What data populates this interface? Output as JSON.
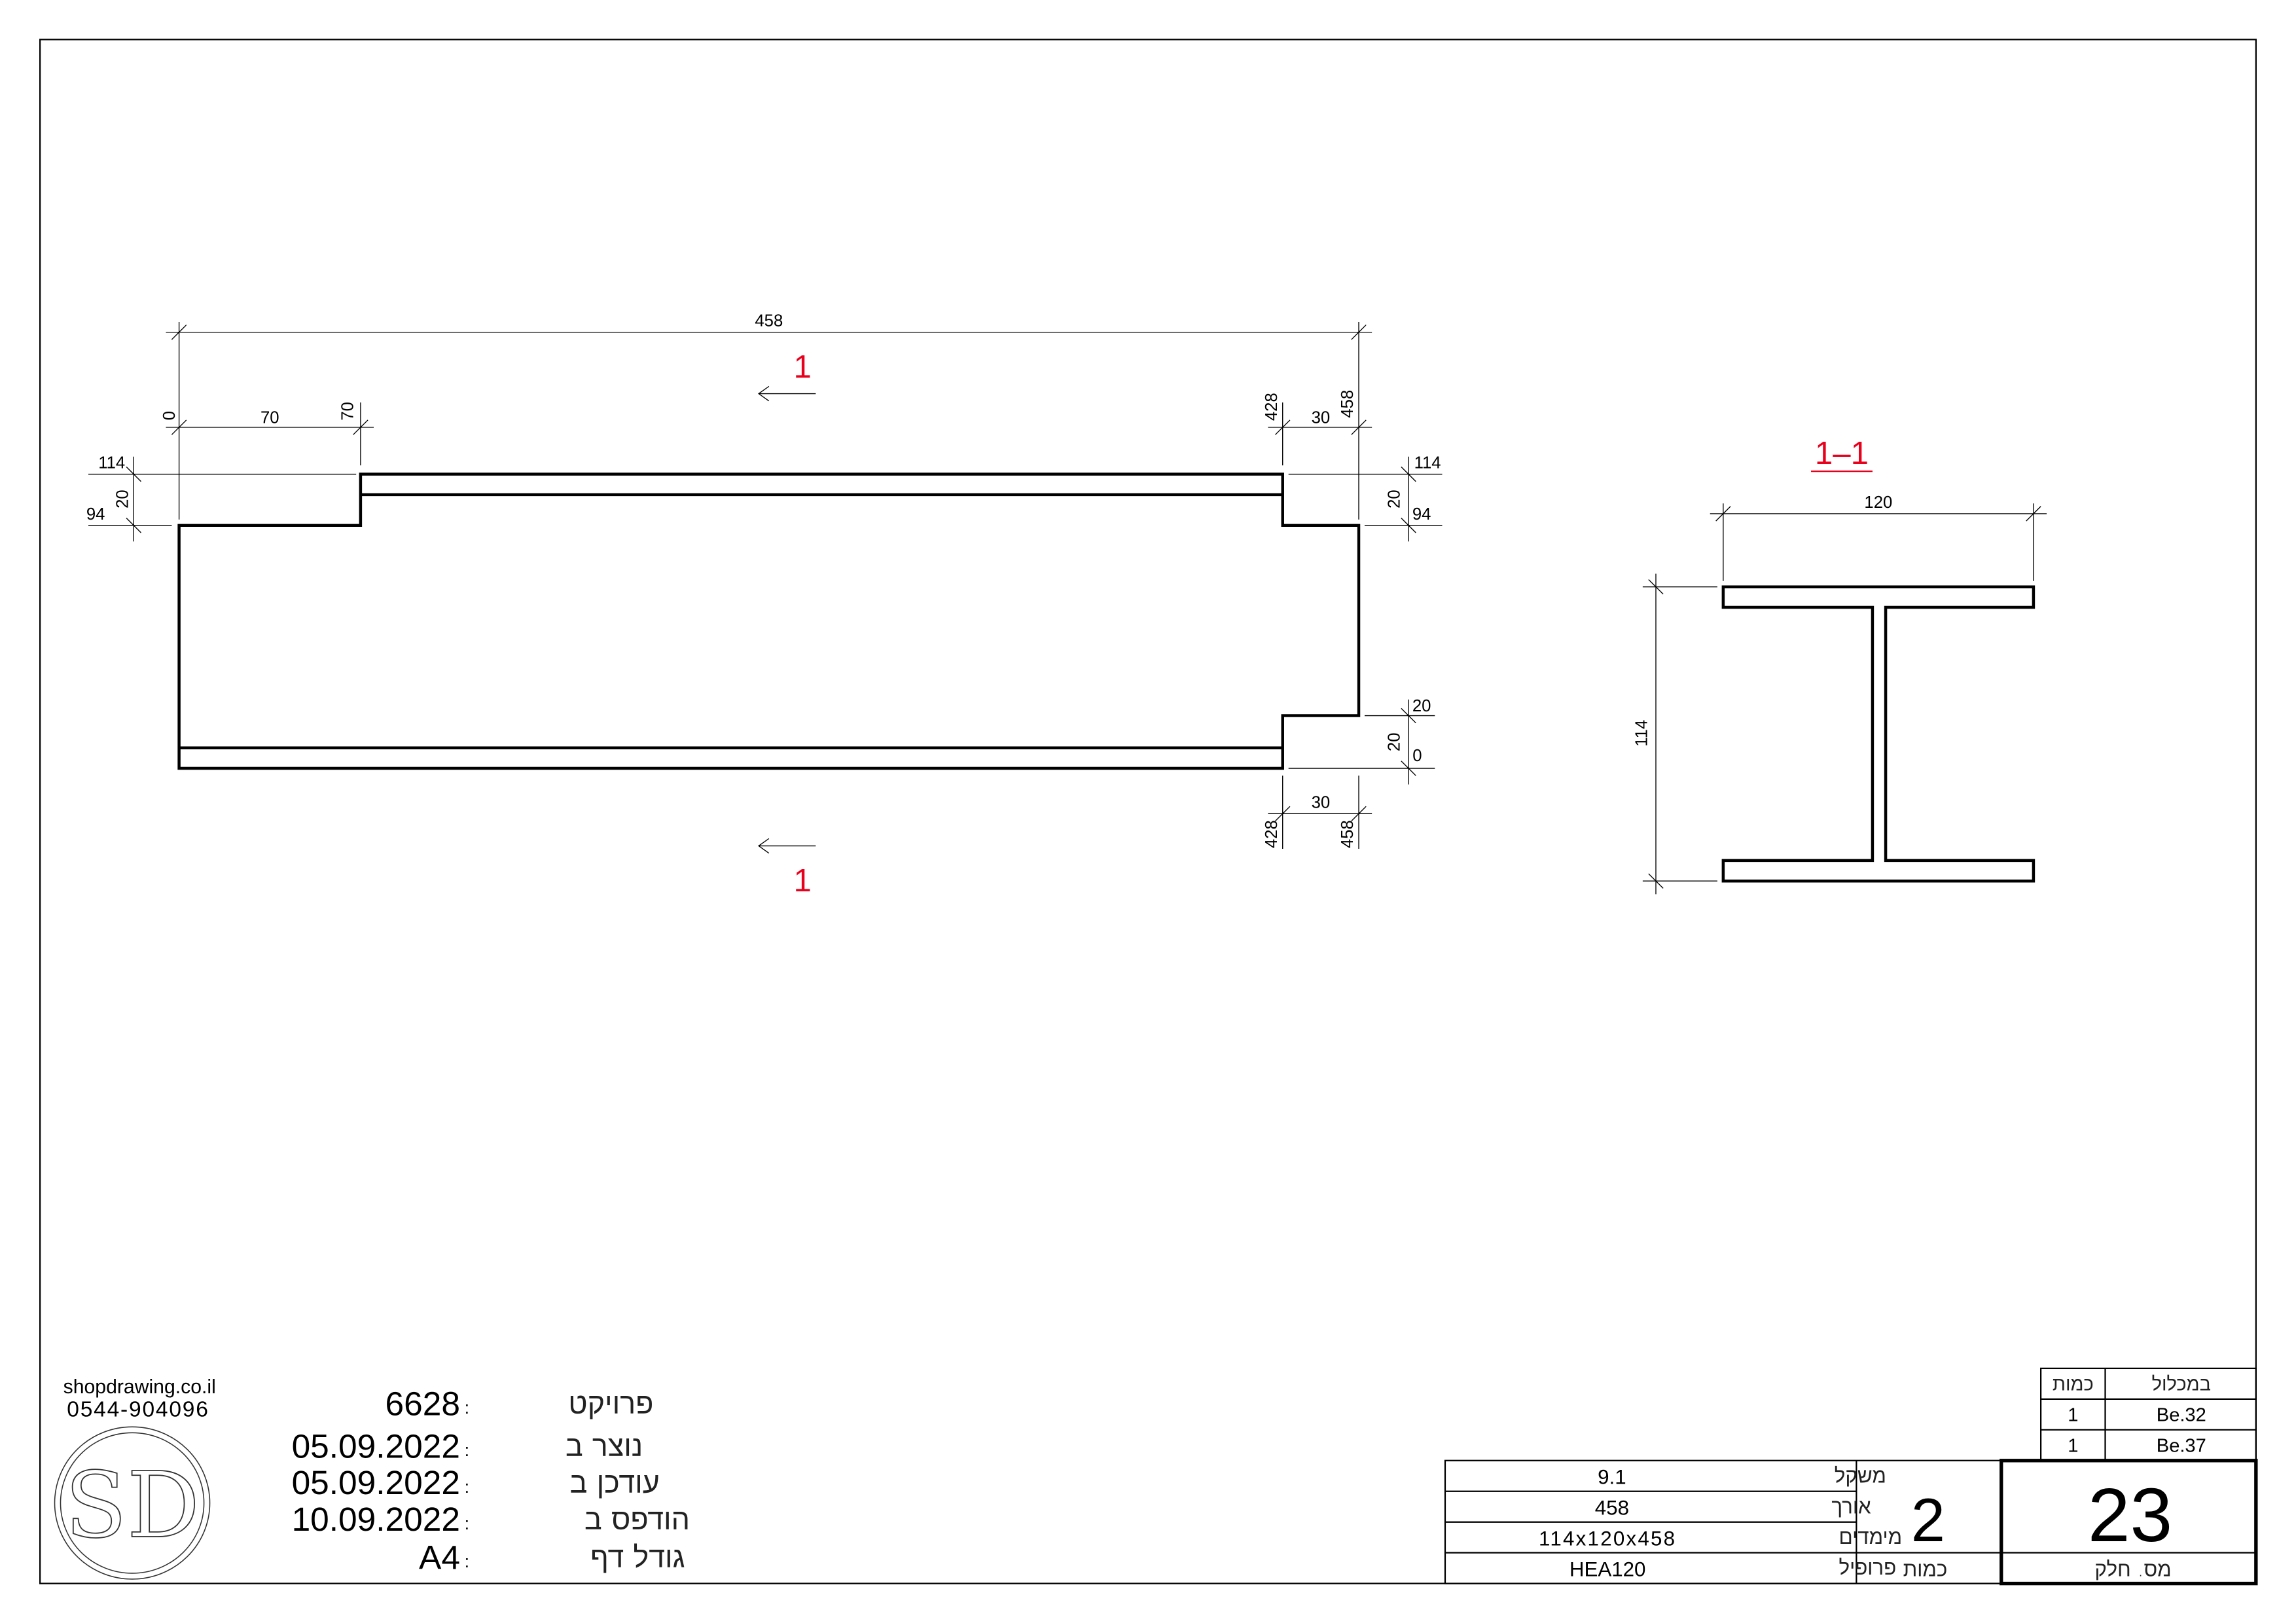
{
  "elevation": {
    "overall_length": "458",
    "left_dims": {
      "start": "0",
      "notch_length": "70",
      "notch_end": "70"
    },
    "right_dims": {
      "start": "428",
      "notch_length": "30",
      "end": "458"
    },
    "left_heights": {
      "top": "114",
      "step": "20",
      "lower": "94"
    },
    "right_heights": {
      "top": "114",
      "step": "20",
      "lower": "94"
    },
    "bottom_right_heights": {
      "upper": "20",
      "step": "20",
      "zero": "0"
    },
    "bottom_dims": {
      "start": "428",
      "notch_length": "30",
      "end": "458"
    },
    "section_mark_top": "1",
    "section_mark_bottom": "1"
  },
  "section": {
    "title": "1–1",
    "width": "120",
    "height": "114"
  },
  "company": {
    "website": "shopdrawing.co.il",
    "phone": "0544-904096",
    "logo_text": "SD"
  },
  "info": [
    {
      "label": "פרויקט",
      "value": "6628"
    },
    {
      "label": "נוצר ב",
      "value": "05.09.2022"
    },
    {
      "label": "עודכן ב",
      "value": "05.09.2022"
    },
    {
      "label": "הודפס ב",
      "value": "10.09.2022"
    },
    {
      "label": "גודל דף",
      "value": "A4"
    }
  ],
  "assembly_table": {
    "headers": {
      "assembly": "במכלול",
      "qty": "כמות"
    },
    "rows": [
      {
        "assembly": "Be.32",
        "qty": "1"
      },
      {
        "assembly": "Be.37",
        "qty": "1"
      }
    ]
  },
  "title_block": {
    "rows": [
      {
        "label": "משקל",
        "value": "9.1"
      },
      {
        "label": "אורך",
        "value": "458"
      },
      {
        "label": "מימדים",
        "value": "114x120x458"
      },
      {
        "label": "פרופיל",
        "value": "HEA120"
      }
    ],
    "quantity": "2",
    "quantity_label": "כמות",
    "part_number": "23",
    "part_number_label": "מס. חלק"
  },
  "colors": {
    "section_mark": "#e8001c",
    "line": "#000000"
  }
}
